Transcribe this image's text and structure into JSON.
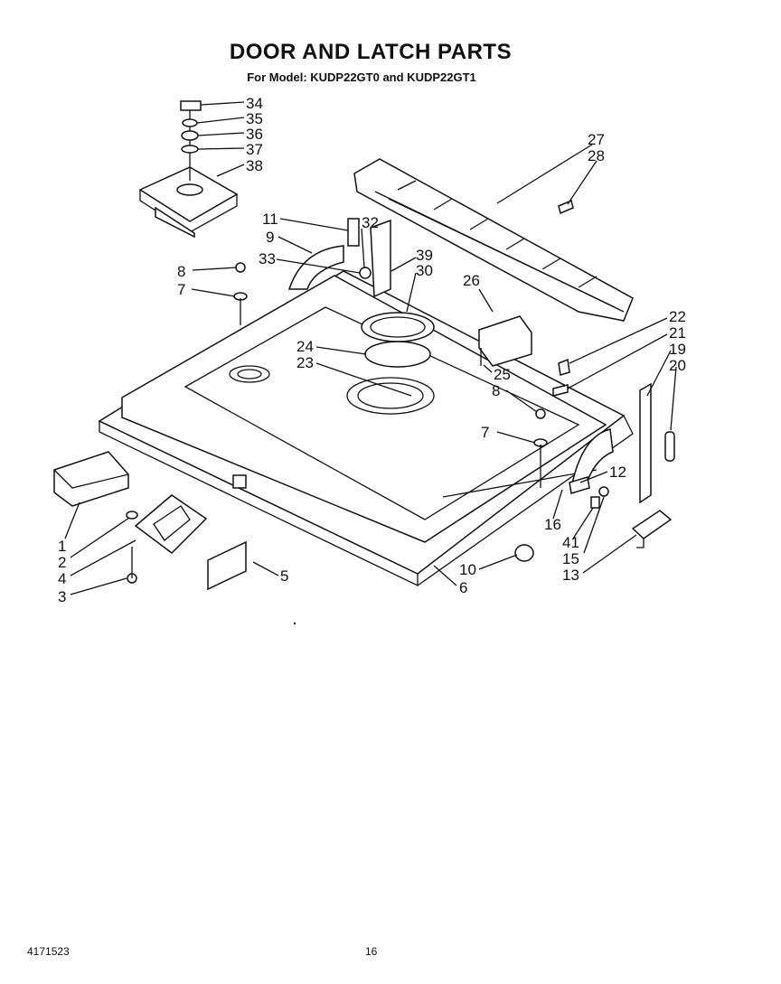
{
  "header": {
    "title": "DOOR AND LATCH PARTS",
    "subtitle": "For Model: KUDP22GT0 and KUDP22GT1"
  },
  "callouts": [
    "34",
    "35",
    "36",
    "37",
    "38",
    "27",
    "28",
    "11",
    "32",
    "9",
    "39",
    "30",
    "8",
    "33",
    "7",
    "26",
    "22",
    "21",
    "19",
    "20",
    "24",
    "23",
    "25",
    "8",
    "7",
    "12",
    "16",
    "41",
    "15",
    "13",
    "1",
    "2",
    "4",
    "3",
    "5",
    "10",
    "6"
  ],
  "footer": {
    "doc_number": "4171523",
    "page_number": "16"
  }
}
